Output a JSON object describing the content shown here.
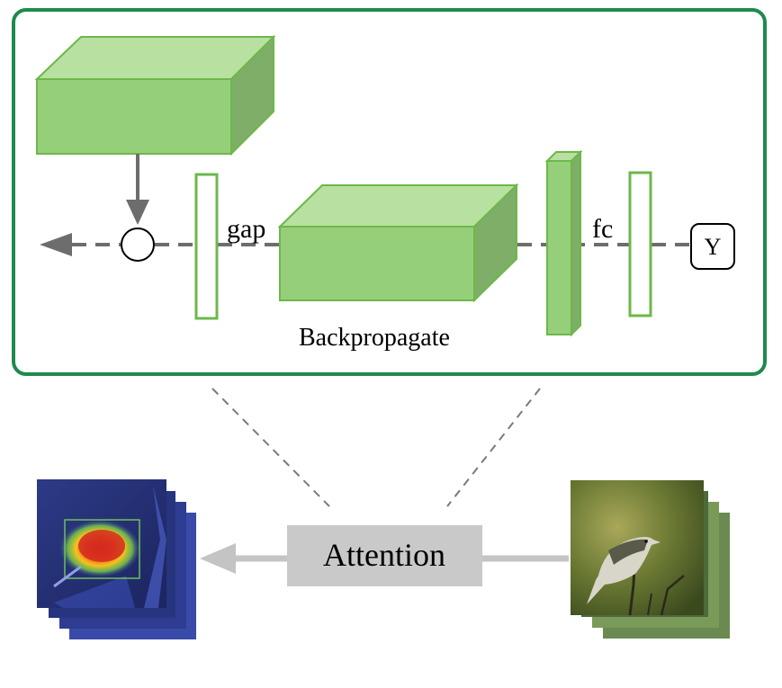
{
  "diagram": {
    "labels": {
      "gap": "gap",
      "fc": "fc",
      "output": "Y",
      "backprop": "Backpropagate",
      "attention": "Attention"
    },
    "colors": {
      "frame": "#1e8a4e",
      "cube_front": "#96cf7a",
      "cube_top": "#b8e0a0",
      "cube_side": "#6fa85a",
      "cube_edge": "#6cb84a",
      "arrow": "#6d6d6d",
      "attention_box": "#c9c9c9",
      "attention_arrow": "#c4c4c4"
    },
    "images": {
      "left_stack": "attention-heatmap-stack",
      "right_stack": "bird-photo-stack"
    }
  }
}
